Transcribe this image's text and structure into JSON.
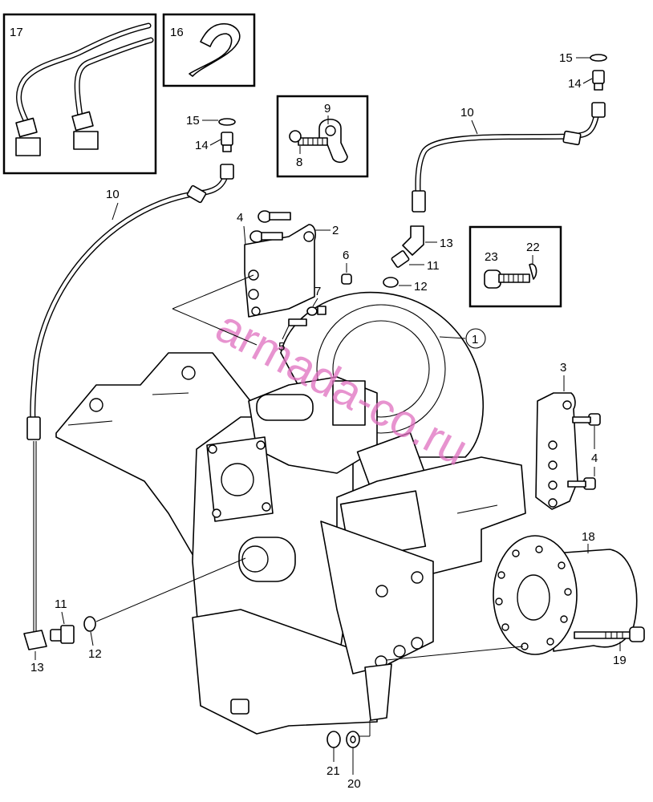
{
  "watermark": "armada-co.ru",
  "colors": {
    "line": "#000000",
    "background": "#ffffff",
    "watermark": "#e070c0"
  },
  "callouts": {
    "c1": "1",
    "c2": "2",
    "c3": "3",
    "c4a": "4",
    "c4b": "4",
    "c5": "5",
    "c6": "6",
    "c7": "7",
    "c8": "8",
    "c9": "9",
    "c10a": "10",
    "c10b": "10",
    "c11a": "11",
    "c11b": "11",
    "c12a": "12",
    "c12b": "12",
    "c13a": "13",
    "c13b": "13",
    "c14a": "14",
    "c14b": "14",
    "c15a": "15",
    "c15b": "15",
    "c16": "16",
    "c17": "17",
    "c18": "18",
    "c19": "19",
    "c20": "20",
    "c21": "21",
    "c22": "22",
    "c23": "23"
  }
}
